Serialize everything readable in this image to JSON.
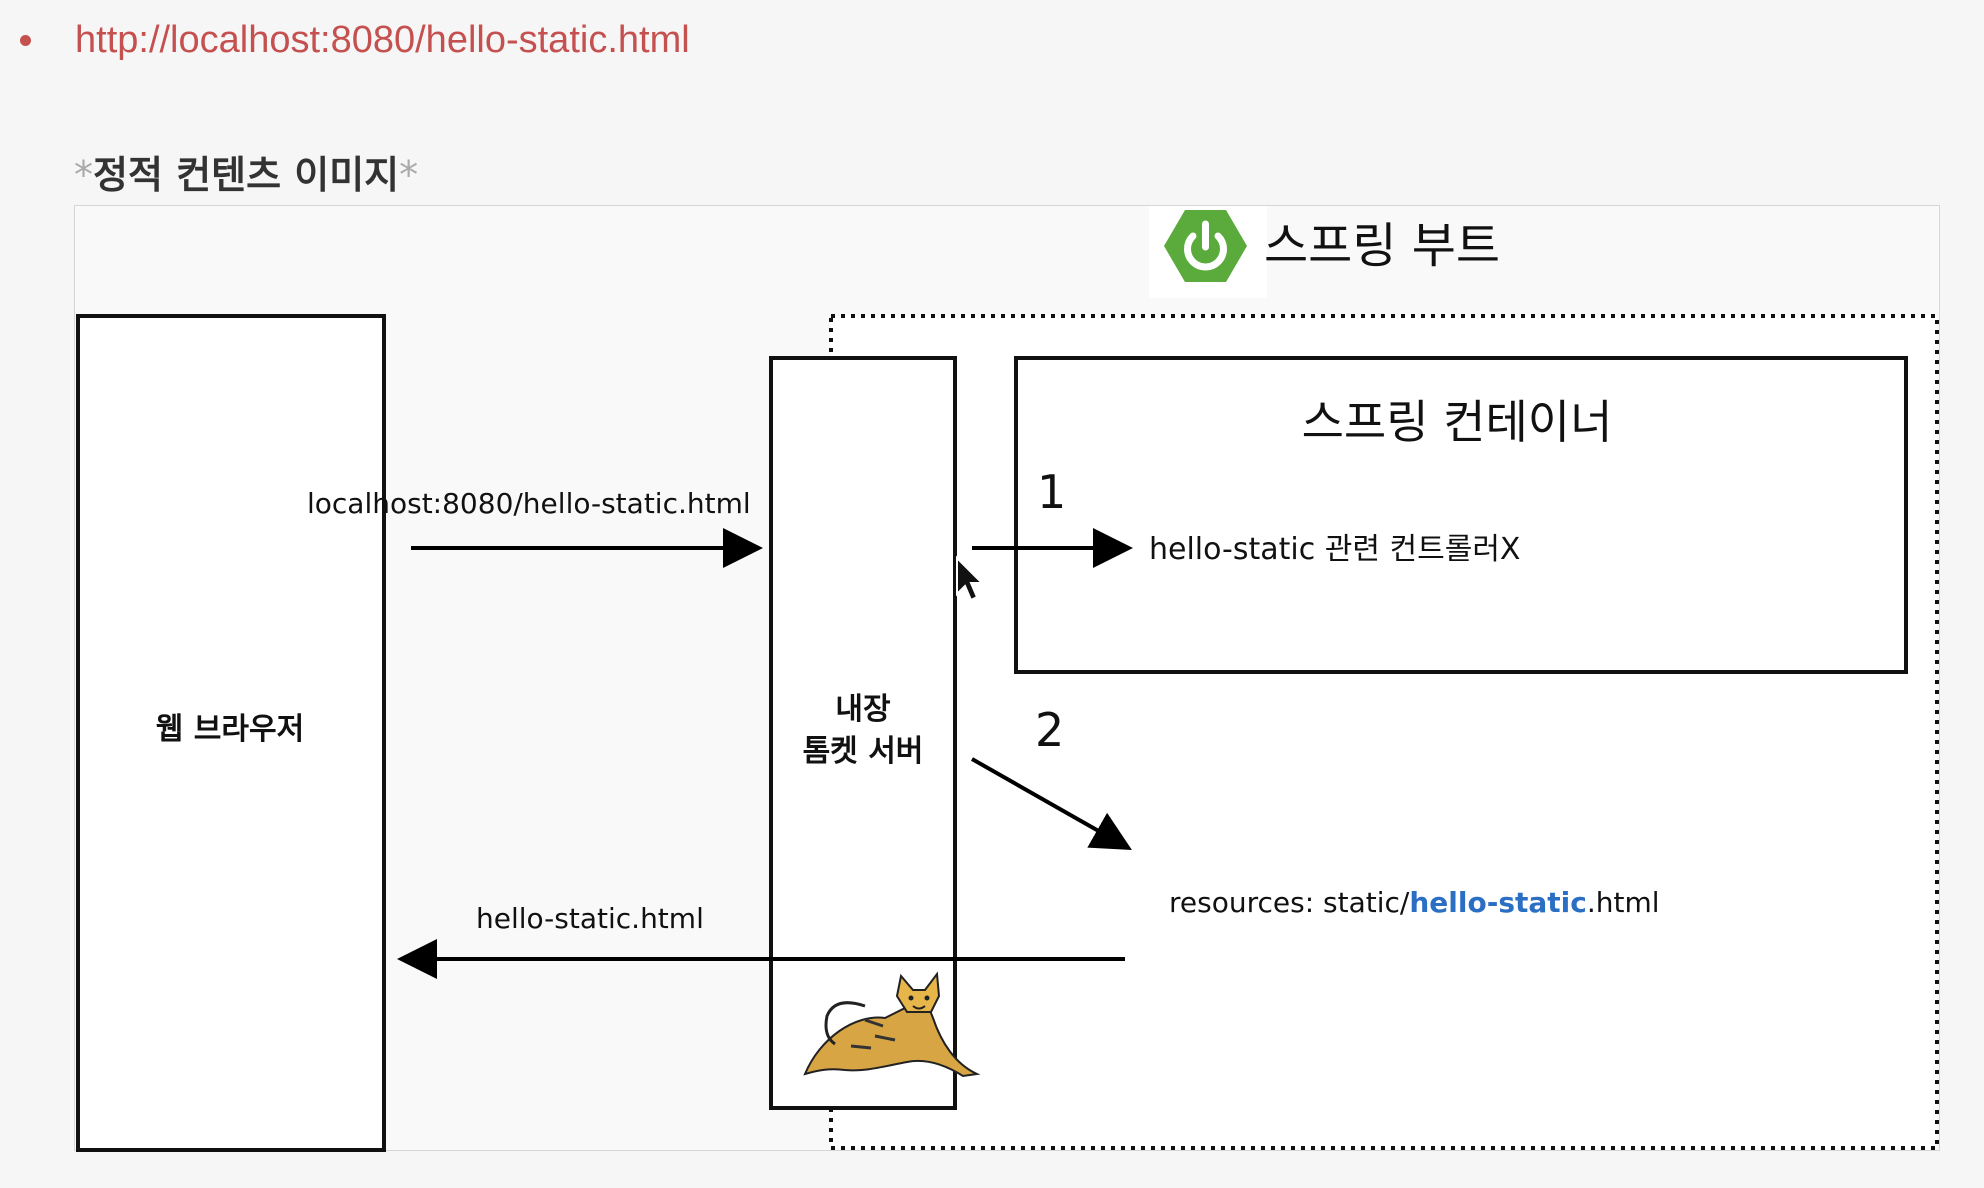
{
  "header": {
    "link_text": "http://localhost:8080/hello-static.html"
  },
  "caption": {
    "asterisk_left": "*",
    "title": "정적 컨텐츠 이미지",
    "asterisk_right": "*"
  },
  "diagram": {
    "spring_boot_label": "스프링 부트",
    "web_browser_label": "웹 브라우저",
    "tomcat_label_line1": "내장",
    "tomcat_label_line2": "톰켓 서버",
    "container_label": "스프링 컨테이너",
    "request_label": "localhost:8080/hello-static.html",
    "step1_label": "1",
    "controller_label": "hello-static 관련 컨트롤러X",
    "step2_label": "2",
    "resource_prefix": "resources: static/",
    "resource_highlight": "hello-static",
    "resource_suffix": ".html",
    "response_label": "hello-static.html",
    "colors": {
      "spring_green": "#5aaa3c",
      "link_red": "#c4514f",
      "highlight_blue": "#2b6fc4"
    },
    "icons": [
      "spring-boot-power-icon",
      "tomcat-cat-icon",
      "mouse-cursor-icon"
    ]
  }
}
